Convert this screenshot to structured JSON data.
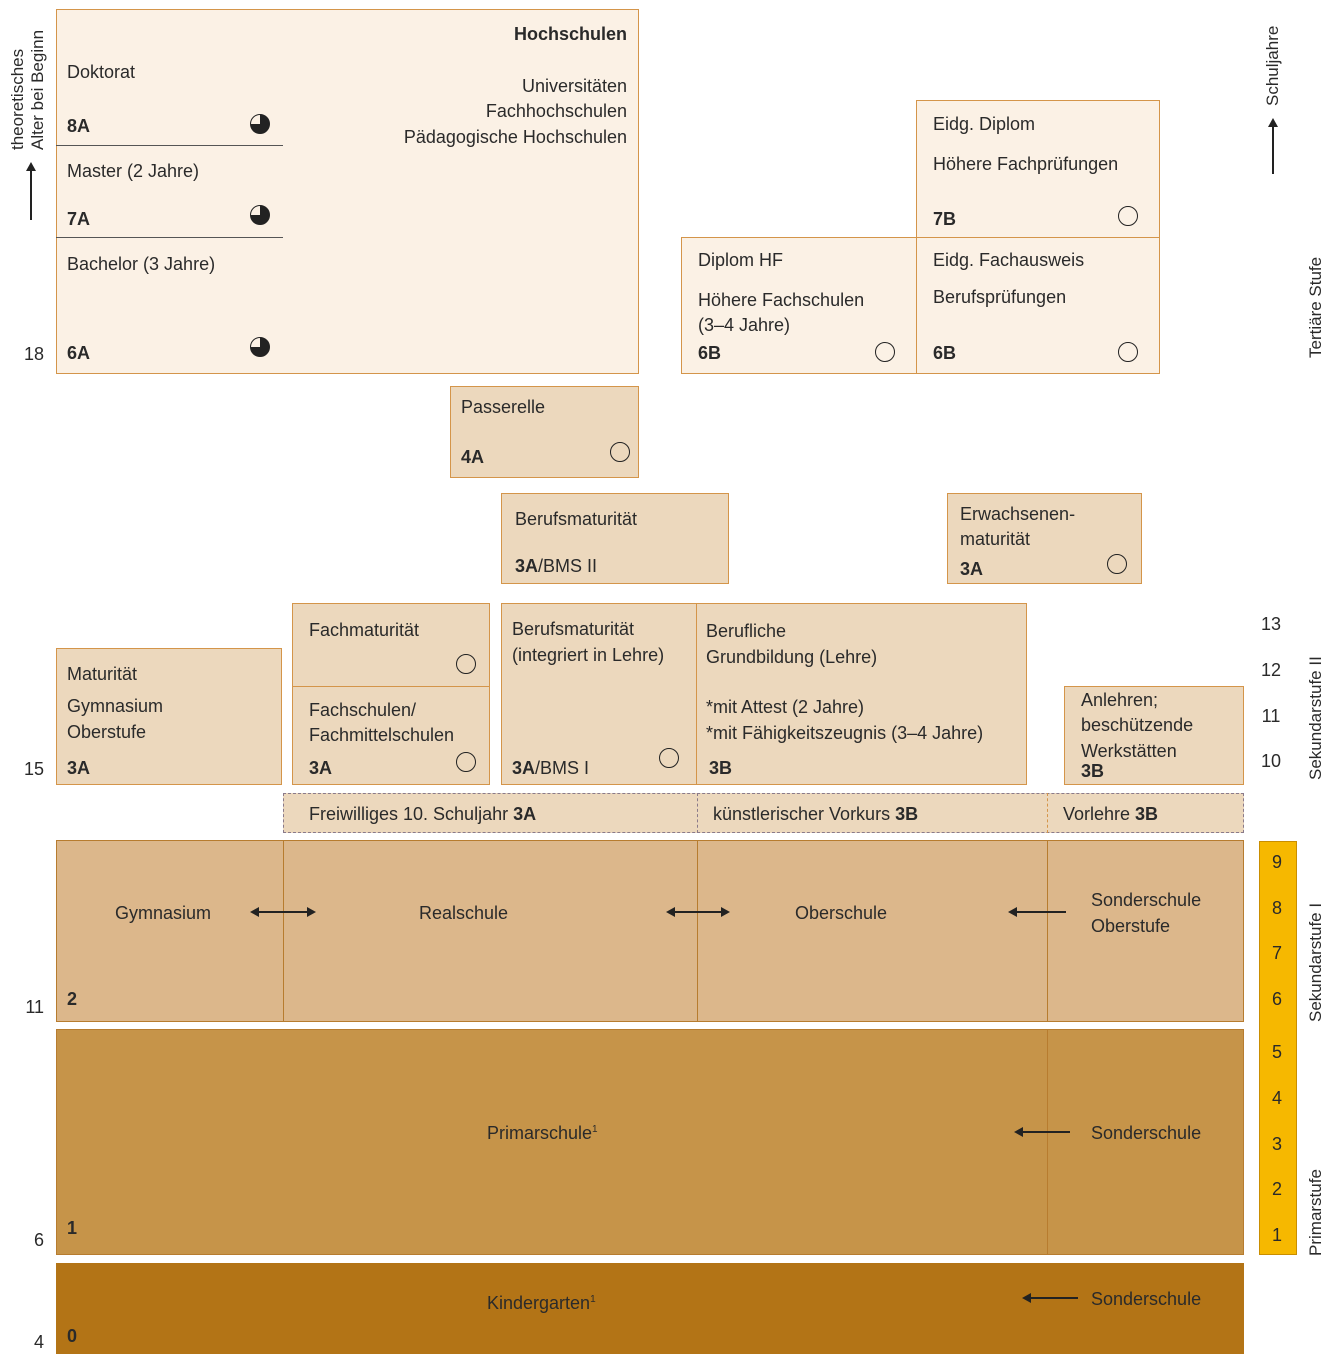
{
  "axis": {
    "age_title_line1": "theoretisches",
    "age_title_line2": "Alter bei Beginn",
    "years_title": "Schuljahre",
    "ages": [
      "18",
      "15",
      "11",
      "6",
      "4"
    ],
    "years": [
      "13",
      "12",
      "11",
      "10",
      "9",
      "8",
      "7",
      "6",
      "5",
      "4",
      "3",
      "2",
      "1"
    ]
  },
  "levels": {
    "tertiary": "Tertiäre Stufe",
    "secondary2": "Sekundarstufe II",
    "secondary1": "Sekundarstufe I",
    "primary": "Primarstufe"
  },
  "hochschulen": {
    "title": "Hochschulen",
    "line1": "Universitäten",
    "line2": "Fachhochschulen",
    "line3": "Pädagogische Hochschulen",
    "doktorat": "Doktorat",
    "doktorat_code": "8A",
    "master": "Master  (2 Jahre)",
    "master_code": "7A",
    "bachelor": "Bachelor (3 Jahre)",
    "bachelor_code": "6A"
  },
  "hf": {
    "title": "Diplom HF",
    "line1": "Höhere Fachschulen",
    "line2": "(3–4 Jahre)",
    "code": "6B"
  },
  "fachausweis": {
    "title": "Eidg. Fachausweis",
    "line1": "Berufsprüfungen",
    "code": "6B"
  },
  "diplom": {
    "title": "Eidg. Diplom",
    "line1": "Höhere Fachprüfungen",
    "code": "7B"
  },
  "passerelle": {
    "title": "Passerelle",
    "code": "4A"
  },
  "bm2": {
    "title": "Berufsmaturität",
    "code": "3A",
    "suffix": "/BMS II"
  },
  "erwachsenen": {
    "line1": "Erwachsenen-",
    "line2": "maturität",
    "code": "3A"
  },
  "maturitaet": {
    "title": "Maturität",
    "line1": "Gymnasium",
    "line2": "Oberstufe",
    "code": "3A"
  },
  "fachmaturitaet": {
    "title": "Fachmaturität"
  },
  "fachschulen": {
    "line1": "Fachschulen/",
    "line2": "Fachmittelschulen",
    "code": "3A"
  },
  "bm1": {
    "line1": "Berufsmaturität",
    "line2": "(integriert in Lehre)",
    "code": "3A",
    "suffix": "/BMS I"
  },
  "grundbildung": {
    "line1": "Berufliche",
    "line2": "Grundbildung (Lehre)",
    "line3": "*mit Attest (2 Jahre)",
    "line4": "*mit Fähigkeitszeugnis (3–4 Jahre)",
    "code": "3B"
  },
  "anlehren": {
    "line1": "Anlehren;",
    "line2": "beschützende",
    "line3": "Werkstätten",
    "code": "3B"
  },
  "transition": {
    "freiwillig": "Freiwilliges 10. Schuljahr ",
    "freiwillig_code": "3A",
    "vorkurs": "künstlerischer Vorkurs ",
    "vorkurs_code": "3B",
    "vorlehre": "Vorlehre ",
    "vorlehre_code": "3B"
  },
  "sek1": {
    "gymnasium": "Gymnasium",
    "realschule": "Realschule",
    "oberschule": "Oberschule",
    "sonder1": "Sonderschule",
    "sonder2": "Oberstufe",
    "code": "2"
  },
  "primar": {
    "title": "Primarschule",
    "sup": "1",
    "sonder": "Sonderschule",
    "code": "1"
  },
  "kinder": {
    "title": "Kindergarten",
    "sup": "1",
    "sonder": "Sonderschule",
    "code": "0"
  },
  "colors": {
    "light": "#fbf1e5",
    "mid": "#ecd8bd",
    "sek1": "#dcb78b",
    "primar": "#c69449",
    "kinder": "#b37416",
    "years_bar": "#f6b800"
  }
}
